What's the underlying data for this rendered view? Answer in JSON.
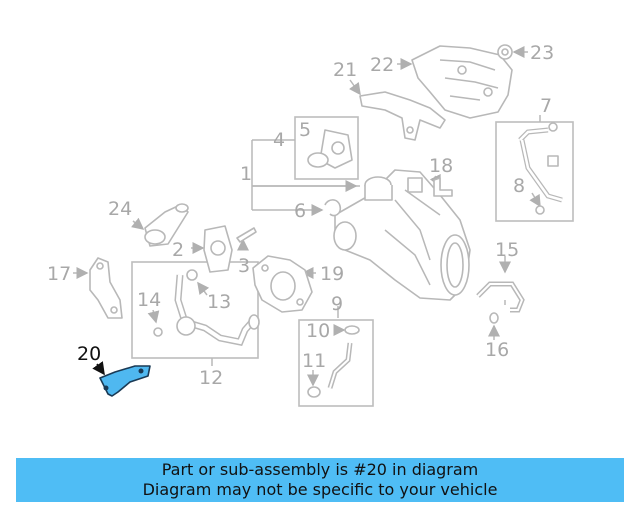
{
  "diagram": {
    "callouts": [
      {
        "id": "c1",
        "text": "1"
      },
      {
        "id": "c2",
        "text": "2"
      },
      {
        "id": "c3",
        "text": "3"
      },
      {
        "id": "c4",
        "text": "4"
      },
      {
        "id": "c5",
        "text": "5"
      },
      {
        "id": "c6",
        "text": "6"
      },
      {
        "id": "c7",
        "text": "7"
      },
      {
        "id": "c8",
        "text": "8"
      },
      {
        "id": "c9",
        "text": "9"
      },
      {
        "id": "c10",
        "text": "10"
      },
      {
        "id": "c11",
        "text": "11"
      },
      {
        "id": "c12",
        "text": "12"
      },
      {
        "id": "c13",
        "text": "13"
      },
      {
        "id": "c14",
        "text": "14"
      },
      {
        "id": "c15",
        "text": "15"
      },
      {
        "id": "c16",
        "text": "16"
      },
      {
        "id": "c17",
        "text": "17"
      },
      {
        "id": "c18",
        "text": "18"
      },
      {
        "id": "c19",
        "text": "19"
      },
      {
        "id": "c20",
        "text": "20"
      },
      {
        "id": "c21",
        "text": "21"
      },
      {
        "id": "c22",
        "text": "22"
      },
      {
        "id": "c23",
        "text": "23"
      },
      {
        "id": "c24",
        "text": "24"
      }
    ],
    "highlighted_part": "20",
    "highlight_color": "#4fb8f0",
    "muted_color": "#a8a8a8"
  },
  "banner": {
    "line1": "Part or sub-assembly is #20 in diagram",
    "line2": "Diagram may not be specific to your vehicle",
    "color": "#4fbdf5"
  }
}
